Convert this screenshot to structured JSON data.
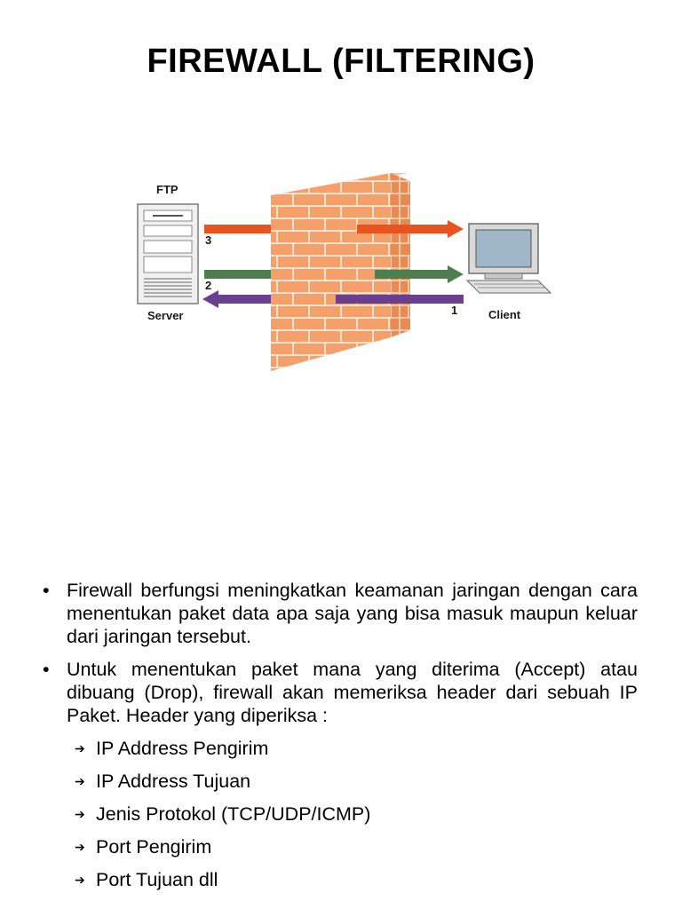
{
  "slide": {
    "title": "FIREWALL (FILTERING)"
  },
  "diagram": {
    "server_top_label": "FTP",
    "server_bottom_label": "Server",
    "client_label": "Client",
    "arrow_labels": [
      "3",
      "2",
      "1"
    ],
    "colors": {
      "arrow_3": "#e8531f",
      "arrow_2": "#4e7d4f",
      "arrow_1": "#6a3f8f",
      "brick": "#f5a06a",
      "mortar": "#fde4cf"
    }
  },
  "content": {
    "bullets": [
      "Firewall berfungsi meningkatkan keamanan jaringan dengan cara menentukan paket data apa saja yang bisa masuk maupun keluar dari jaringan tersebut.",
      "Untuk menentukan paket mana yang diterima (Accept) atau dibuang (Drop), firewall akan memeriksa header dari sebuah IP Paket. Header yang diperiksa :"
    ],
    "sub_items": [
      "IP Address Pengirim",
      "IP Address Tujuan",
      "Jenis Protokol (TCP/UDP/ICMP)",
      "Port Pengirim",
      "Port Tujuan dll"
    ]
  }
}
